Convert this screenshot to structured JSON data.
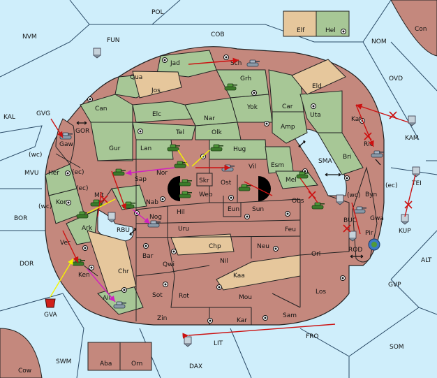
{
  "colors": {
    "sea": "#cfeefb",
    "green_power": "#a7c796",
    "red_power": "#c4887d",
    "neutral": "#e6c79c",
    "move_red": "#cc1111",
    "move_yellow": "#f4f400",
    "move_magenta": "#d020c0",
    "border": "#222222"
  },
  "icons": {
    "green_unit": "tank-icon",
    "grey_unit": "tank-icon",
    "fleet": "boat-icon",
    "supply_center": "supply-center-dot",
    "support_cut": "cross-icon",
    "convoy": "double-arrow-icon",
    "home": "cube-icon"
  },
  "sea_regions": {
    "POL": "POL",
    "NVM": "NVM",
    "FUN": "FUN",
    "COB": "COB",
    "NOM": "NOM",
    "OVD": "OVD",
    "KAL": "KAL",
    "GVG": "GVG",
    "GOR": "GOR",
    "KAM": "KAM",
    "MVU": "MVU",
    "BOR": "BOR",
    "DOR": "DOR",
    "SMA": "SMA",
    "RBU": "RBU",
    "BUC": "BUC",
    "ROD": "ROD",
    "KUP": "KUP",
    "ALT": "ALT",
    "GVP": "GVP",
    "FRO": "FRO",
    "SOM": "SOM",
    "SWM": "SWM",
    "DAX": "DAX",
    "LIT": "LIT",
    "GVA": "GVA",
    "TEI": "TEI",
    "Cow": "Cow",
    "Con": "Con",
    "Elf": "Elf",
    "Hel": "Hel",
    "Aba": "Aba",
    "Orn": "Orn"
  },
  "land_regions": {
    "Jad": "Jad",
    "Sch": "Sch",
    "Qua": "Qua",
    "Grh": "Grh",
    "Jos": "Jos",
    "Can": "Can",
    "Elc": "Elc",
    "Nar": "Nar",
    "Yok": "Yok",
    "Car": "Car",
    "Eld": "Eld",
    "Uta": "Uta",
    "Kat": "Kat",
    "Tel": "Tel",
    "Olk": "Olk",
    "Amp": "Amp",
    "Gur": "Gur",
    "Lan": "Lan",
    "Hug": "Hug",
    "Bri": "Bri",
    "Rie": "Rie",
    "Gaw": "Gaw",
    "Nor": "Nor",
    "Vil": "Vil",
    "Esm": "Esm",
    "Sap": "Sap",
    "Skr": "Skr",
    "Ost": "Ost",
    "Mel": "Mel",
    "Her": "Her",
    "Web": "Web",
    "Byn": "Byn",
    "Kor": "Kor",
    "Mit": "Mit",
    "Nab": "Nab",
    "Eun": "Eun",
    "Sun": "Sun",
    "Obs": "Obs",
    "Gwa": "Gwa",
    "Hil": "Hil",
    "Nog": "Nog",
    "Ark": "Ark",
    "Pir": "Pir",
    "Uru": "Uru",
    "Feu": "Feu",
    "Chp": "Chp",
    "Neu": "Neu",
    "Orl": "Orl",
    "Bar": "Bar",
    "Qwi": "Qwi",
    "Nil": "Nil",
    "Ver": "Ver",
    "Ken": "Ken",
    "Chr": "Chr",
    "Kaa": "Kaa",
    "Sot": "Sot",
    "Rot": "Rot",
    "Mou": "Mou",
    "Los": "Los",
    "Ail": "Ail",
    "Zin": "Zin",
    "Kar": "Kar",
    "Sam": "Sam"
  },
  "coast_tags": {
    "wc1": "(wc)",
    "ec1": "(ec)",
    "ec2": "(ec)",
    "wc2": "(wc)",
    "wc3": "(wc)",
    "ec3": "(ec)"
  }
}
